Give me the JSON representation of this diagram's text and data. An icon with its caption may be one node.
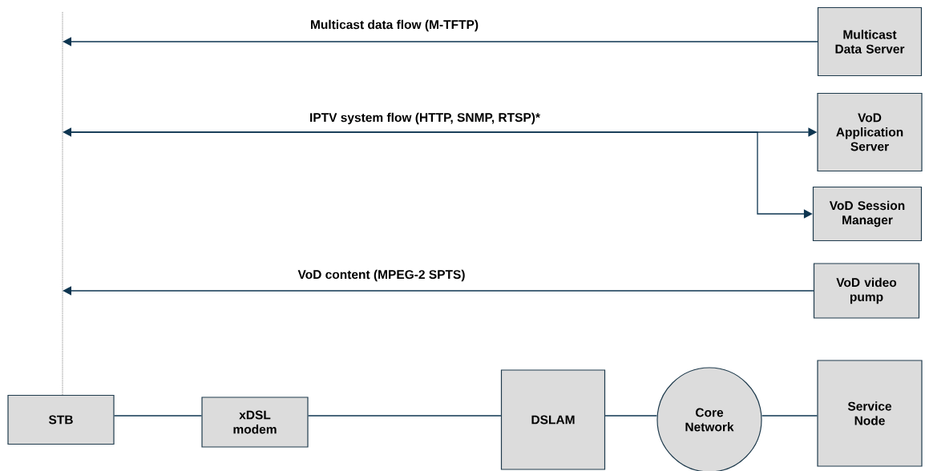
{
  "diagram": {
    "nodes": [
      {
        "text": [
          "Multicast Data Server"
        ]
      },
      {
        "text": [
          "VoD Application Server"
        ]
      },
      {
        "text": [
          "VoD Session Manager"
        ]
      },
      {
        "text": [
          "VoD video pump"
        ]
      },
      {
        "text": [
          "STB"
        ]
      },
      {
        "text": [
          "xDSL modem"
        ]
      },
      {
        "text": [
          "DSLAM"
        ]
      },
      {
        "text": [
          "Core Network"
        ]
      },
      {
        "text": [
          "Service Node"
        ]
      }
    ],
    "edges": [
      {
        "from": 0,
        "to": null,
        "arrow": "to",
        "label": "Multicast data flow (M-TFTP)"
      },
      {
        "from": null,
        "to": 1,
        "arrow": "both",
        "label": "IPTV system flow (HTTP, SNMP, RTSP)*"
      },
      {
        "from": null,
        "to": 2,
        "arrow": "to"
      },
      {
        "from": 3,
        "to": null,
        "arrow": "to",
        "label": "VoD content (MPEG-2 SPTS)"
      },
      {
        "from": 4,
        "to": 5,
        "arrow": "none"
      },
      {
        "from": 5,
        "to": 6,
        "arrow": "none"
      },
      {
        "from": 6,
        "to": 7,
        "arrow": "none"
      },
      {
        "from": 7,
        "to": 8,
        "arrow": "none"
      }
    ]
  }
}
